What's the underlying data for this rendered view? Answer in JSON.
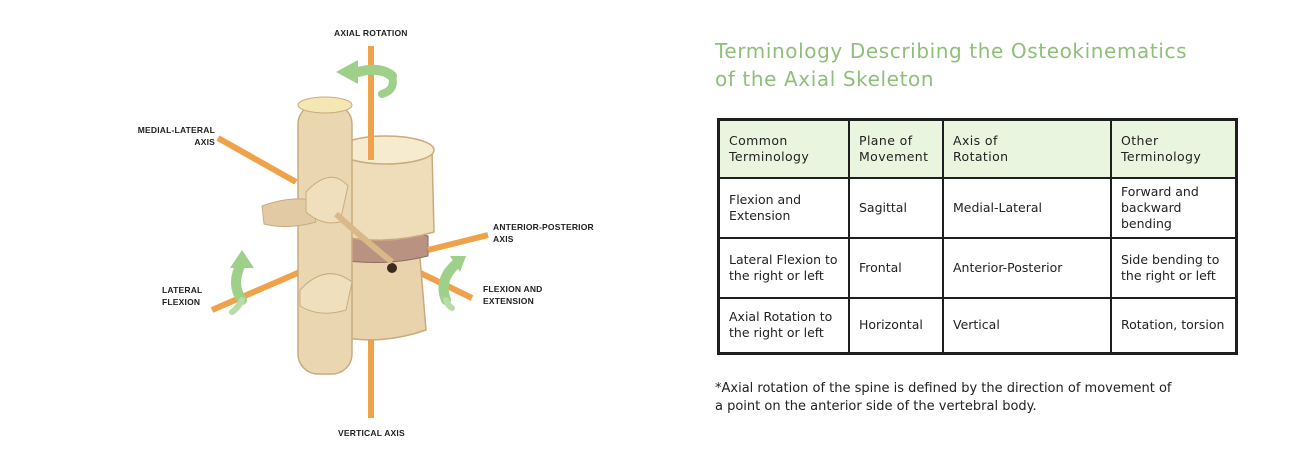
{
  "diagram": {
    "labels": {
      "axial_rotation": "AXIAL ROTATION",
      "medial_lateral": [
        "MEDIAL-LATERAL",
        "AXIS"
      ],
      "anterior_posterior": [
        "ANTERIOR-POSTERIOR",
        "AXIS"
      ],
      "lateral_flexion": [
        "LATERAL",
        "FLEXION"
      ],
      "flexion_extension": [
        "FLEXION AND",
        "EXTENSION"
      ],
      "vertical_axis": "VERTICAL AXIS"
    },
    "colors": {
      "axis": "#f0a24a",
      "arrow": "#9fd08a",
      "bone": "#e8d3ad",
      "disc": "#b99282"
    }
  },
  "title": {
    "line1": "Terminology Describing the Osteokinematics",
    "line2": "of the Axial Skeleton"
  },
  "table": {
    "headers": [
      [
        "Common",
        "Terminology"
      ],
      [
        "Plane of",
        "Movement"
      ],
      [
        "Axis of",
        "Rotation"
      ],
      [
        "Other",
        "Terminology"
      ]
    ],
    "rows": [
      [
        [
          "Flexion and",
          "Extension"
        ],
        [
          "Sagittal"
        ],
        [
          "Medial-Lateral"
        ],
        [
          "Forward and",
          "backward",
          "bending"
        ]
      ],
      [
        [
          "Lateral Flexion to",
          "the right or left"
        ],
        [
          "Frontal"
        ],
        [
          "Anterior-Posterior"
        ],
        [
          "Side bending to",
          "the right or left"
        ]
      ],
      [
        [
          "Axial Rotation to",
          "the right or left"
        ],
        [
          "Horizontal"
        ],
        [
          "Vertical"
        ],
        [
          "Rotation, torsion"
        ]
      ]
    ]
  },
  "footnote": {
    "line1": "*Axial rotation of the spine is defined by the direction of movement of",
    "line2": "a point on the anterior side of the vertebral body."
  }
}
